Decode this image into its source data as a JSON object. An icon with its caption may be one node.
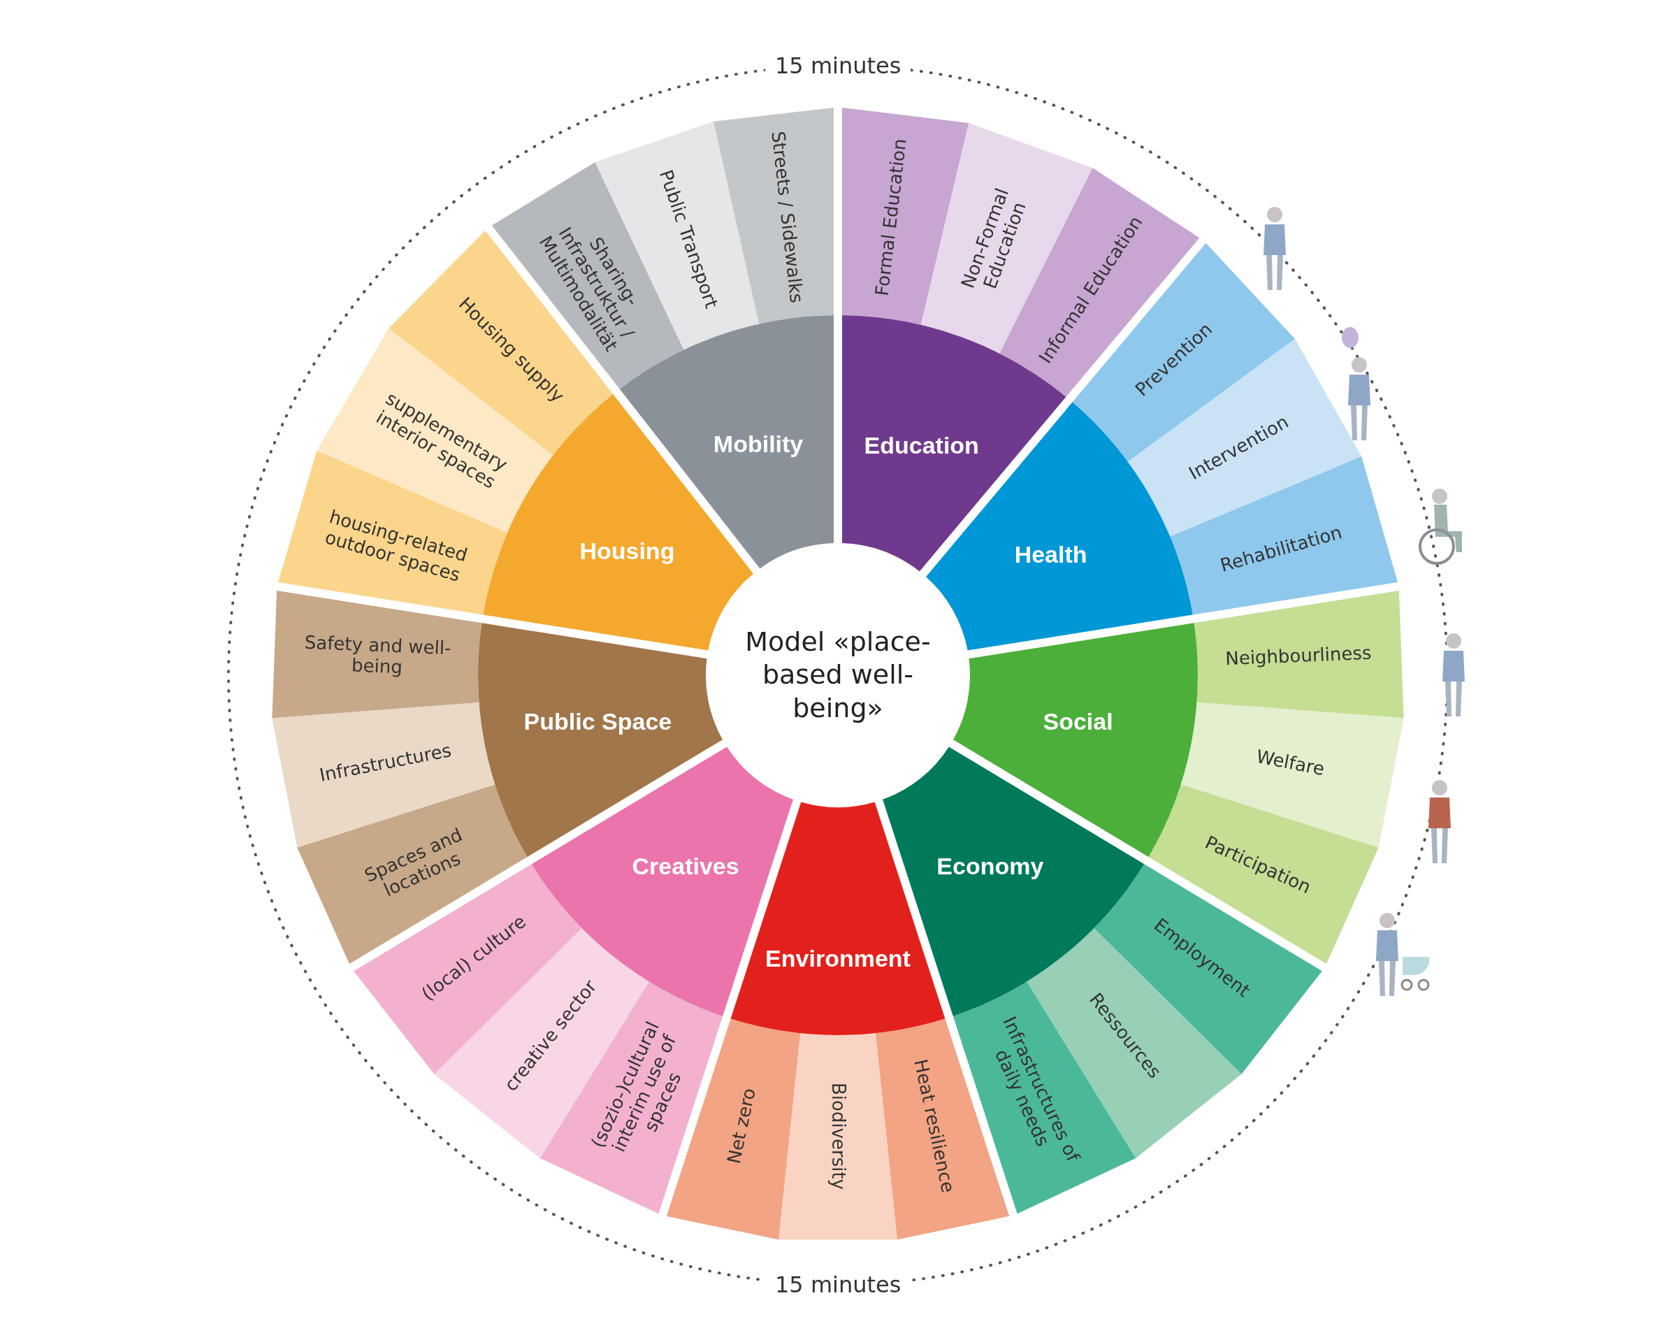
{
  "diagram": {
    "nodes": [
      {
        "text": [
          "Model «place-based well-being»"
        ]
      },
      {
        "text": [
          "Mobility"
        ]
      },
      {
        "text": [
          "Sharing-Infrastruktur / Multimodalität"
        ]
      },
      {
        "text": [
          "Public Transport"
        ]
      },
      {
        "text": [
          "Streets / Sidewalks"
        ]
      },
      {
        "text": [
          "Education"
        ]
      },
      {
        "text": [
          "Formal Education"
        ]
      },
      {
        "text": [
          "Non-Formal Education"
        ]
      },
      {
        "text": [
          "Informal Education"
        ]
      },
      {
        "text": [
          "Health"
        ]
      },
      {
        "text": [
          "Prevention"
        ]
      },
      {
        "text": [
          "Intervention"
        ]
      },
      {
        "text": [
          "Rehabilitation"
        ]
      },
      {
        "text": [
          "Social"
        ]
      },
      {
        "text": [
          "Neighbourliness"
        ]
      },
      {
        "text": [
          "Welfare"
        ]
      },
      {
        "text": [
          "Participation"
        ]
      },
      {
        "text": [
          "Economy"
        ]
      },
      {
        "text": [
          "Employment"
        ]
      },
      {
        "text": [
          "Ressources"
        ]
      },
      {
        "text": [
          "Infrastructures of daily needs"
        ]
      },
      {
        "text": [
          "Environment"
        ]
      },
      {
        "text": [
          "Heat resilience"
        ]
      },
      {
        "text": [
          "Biodiversity"
        ]
      },
      {
        "text": [
          "Net zero"
        ]
      },
      {
        "text": [
          "Creatives"
        ]
      },
      {
        "text": [
          "(sozio-)cultural interim use of spaces"
        ]
      },
      {
        "text": [
          "creative sector"
        ]
      },
      {
        "text": [
          "(local) culture"
        ]
      },
      {
        "text": [
          "Public Space"
        ]
      },
      {
        "text": [
          "Spaces and locations"
        ]
      },
      {
        "text": [
          "Infrastructures"
        ]
      },
      {
        "text": [
          "Safety and well-being"
        ]
      },
      {
        "text": [
          "Housing"
        ]
      },
      {
        "text": [
          "housing-related outdoor spaces"
        ]
      },
      {
        "text": [
          "supplementary interior spaces"
        ]
      },
      {
        "text": [
          "Housing supply"
        ]
      }
    ],
    "labels": [
      "15 minutes",
      "15 minutes"
    ]
  }
}
